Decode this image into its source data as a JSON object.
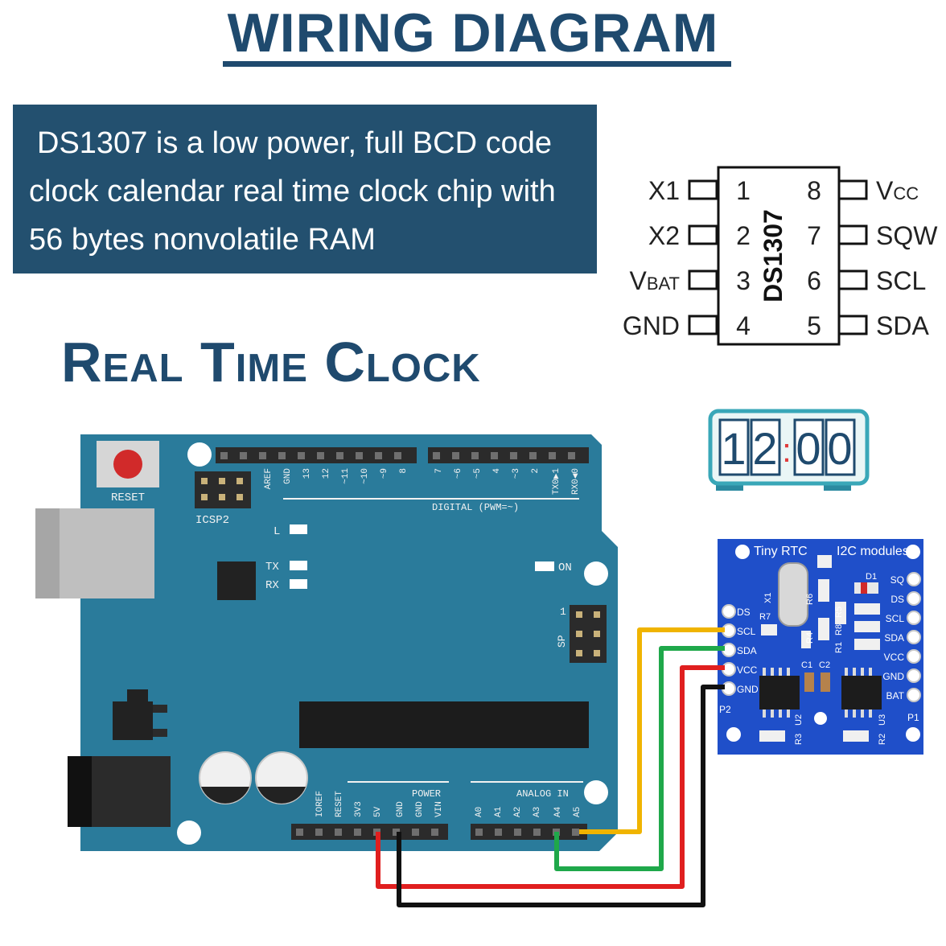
{
  "title": "WIRING DIAGRAM",
  "description": {
    "line1": "DS1307 is a low power, full BCD code",
    "line2": "clock calendar real time clock chip with",
    "line3": "56 bytes nonvolatile RAM"
  },
  "section_title": "Real Time Clock",
  "chip": {
    "name": "DS1307",
    "left_pins": [
      {
        "num": "1",
        "label": "X1"
      },
      {
        "num": "2",
        "label": "X2"
      },
      {
        "num": "3",
        "label": "V",
        "sub": "BAT"
      },
      {
        "num": "4",
        "label": "GND"
      }
    ],
    "right_pins": [
      {
        "num": "8",
        "label": "V",
        "sub": "CC"
      },
      {
        "num": "7",
        "label": "SQW"
      },
      {
        "num": "6",
        "label": "SCL"
      },
      {
        "num": "5",
        "label": "SDA"
      }
    ]
  },
  "clock": {
    "digits": [
      "1",
      "2",
      "0",
      "0"
    ],
    "separator": ":"
  },
  "arduino": {
    "reset_label": "RESET",
    "icsp_label": "ICSP2",
    "l_label": "L",
    "tx_label": "TX",
    "rx_label": "RX",
    "on_label": "ON",
    "digital_label": "DIGITAL (PWM=~)",
    "digital_pins": [
      "AREF",
      "GND",
      "13",
      "12",
      "~11",
      "~10",
      "~9",
      "8",
      "7",
      "~6",
      "~5",
      "4",
      "~3",
      "2",
      "TX0▶1",
      "RX0◀0"
    ],
    "power_label": "POWER",
    "power_pins": [
      "IOREF",
      "RESET",
      "3V3",
      "5V",
      "GND",
      "GND",
      "VIN"
    ],
    "analog_label": "ANALOG IN",
    "analog_pins": [
      "A0",
      "A1",
      "A2",
      "A3",
      "A4",
      "A5"
    ],
    "sp_label": "SP",
    "sp_num": "1"
  },
  "module": {
    "title_left": "Tiny RTC",
    "title_right": "I2C modules",
    "left_pins": [
      "DS",
      "SCL",
      "SDA",
      "VCC",
      "GND"
    ],
    "right_pins": [
      "SQ",
      "DS",
      "SCL",
      "SDA",
      "VCC",
      "GND",
      "BAT"
    ],
    "labels": {
      "p1": "P1",
      "p2": "P2",
      "x1": "X1",
      "d1": "D1",
      "r7": "R7",
      "r6": "R6",
      "r5": "R5",
      "r8": "R8",
      "r4": "R4",
      "r1": "R1",
      "r2": "R2",
      "r3": "R3",
      "c1": "C1",
      "c2": "C2",
      "u2": "U2",
      "u3": "U3"
    }
  },
  "wire_colors": {
    "yellow": "#f0b400",
    "green": "#1fa84a",
    "red": "#e01f1f",
    "black": "#111111"
  }
}
